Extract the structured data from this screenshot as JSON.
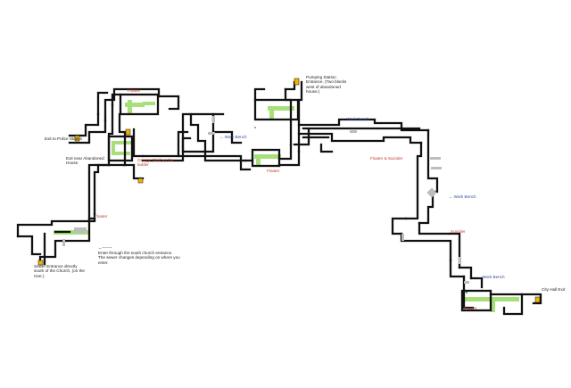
{
  "map": {
    "colors": {
      "wall": "#111111",
      "exit": "#f0b400",
      "green_route": "#a7e07a",
      "gray_marker": "#bdbdbd",
      "enemy_label": "#c0392b",
      "bench_label": "#2e4a9a",
      "info_label": "#222222"
    },
    "labels": {
      "floater_top": "Floater",
      "exit_police": "Exit to Police Station",
      "exit_abandoned": "Exit near Abandoned House",
      "orange_skull": "Orange Skull up the ladder",
      "floater_left": "Floater",
      "south_church_arrow": "←-------",
      "south_church": "Enter through the south church entrance. The sewer changes depending on where you enter.",
      "sewer_entrance": "Sewer Entrance directly south of the Church, (on the river.)",
      "work_bench_1": "Work Bench",
      "floater_mid": "Floater",
      "pumping_station": "Pumping Station Entrance. (Two blocks west of abandoned house.)",
      "work_bench_2": "Work Bench",
      "floater_suicider": "Floater & Suicider",
      "work_bench_3": "Work Bench",
      "suicider": "Suicider",
      "work_bench_4": "Work Bench",
      "city_hall_exit": "City Hall Exit",
      "floater_bottom": "Floater"
    }
  }
}
